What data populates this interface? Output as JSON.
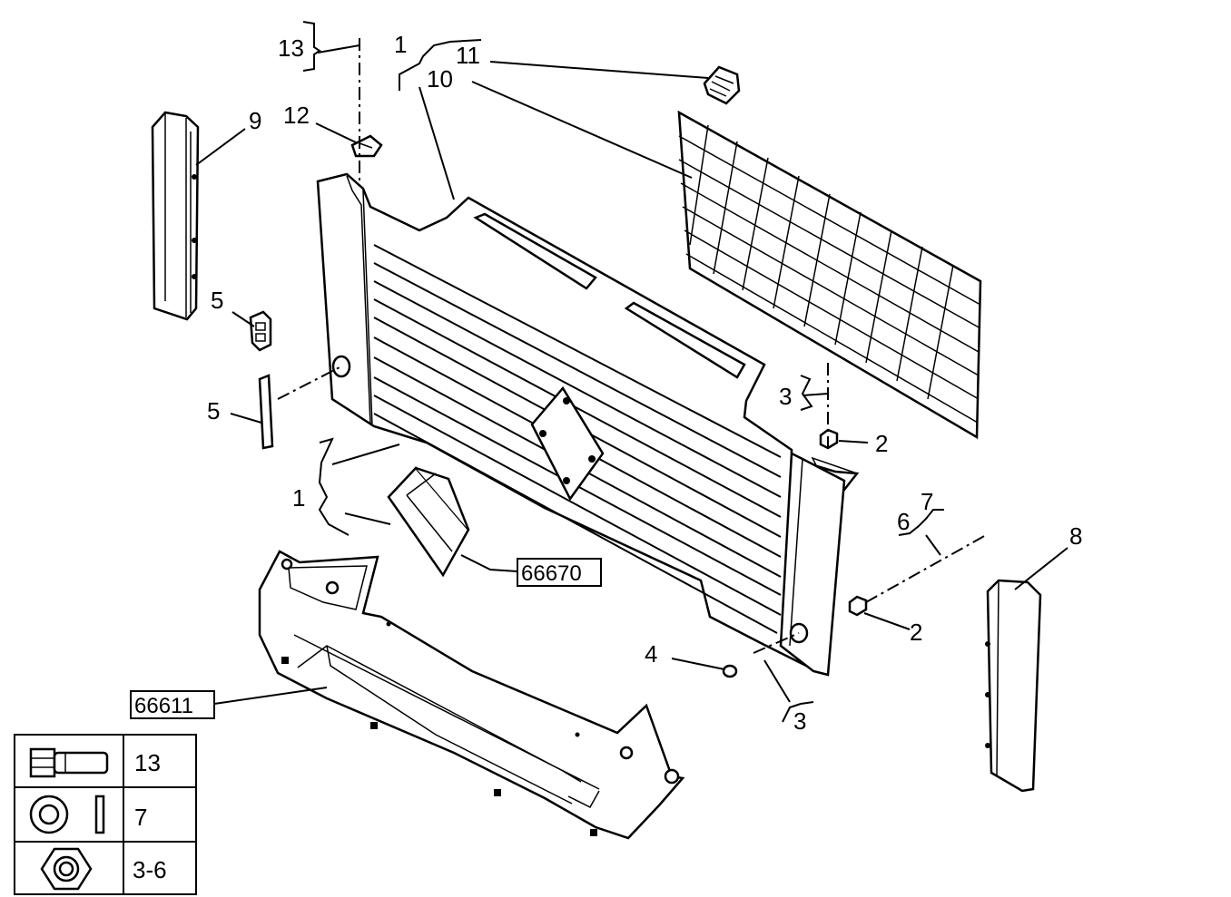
{
  "callouts": {
    "c13_top": "13",
    "c1_top": "1",
    "c11": "11",
    "c10": "10",
    "c9": "9",
    "c12": "12",
    "c5_upper": "5",
    "c5_lower": "5",
    "c3_right": "3",
    "c2_upper": "2",
    "c1_left": "1",
    "c6": "6",
    "c7": "7",
    "c8": "8",
    "c2_lower": "2",
    "c4": "4",
    "c3_bottom": "3"
  },
  "references": {
    "ref_66670": "66670",
    "ref_66611": "66611"
  },
  "legend": {
    "rows": [
      {
        "icon": "bolt-icon",
        "label": "13"
      },
      {
        "icon": "washer-icon",
        "label": "7"
      },
      {
        "icon": "hex-nut-icon",
        "label": "3-6"
      }
    ]
  }
}
